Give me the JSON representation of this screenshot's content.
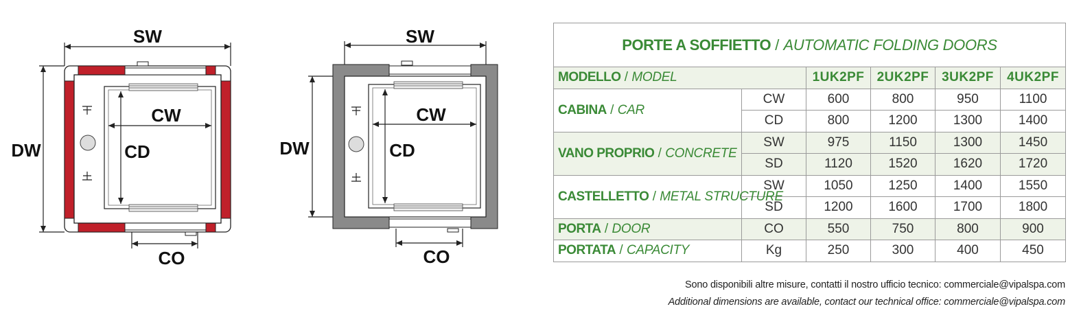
{
  "diagram_labels": {
    "sw": "SW",
    "dw": "DW",
    "cw": "CW",
    "cd": "CD",
    "co": "CO"
  },
  "colors": {
    "green": "#3a8a36",
    "red_wall": "#c0202a",
    "grey_wall": "#8a8a8a",
    "shade": "#eef3e8"
  },
  "table": {
    "title_main": "PORTE A SOFFIETTO",
    "title_en": "AUTOMATIC FOLDING DOORS",
    "header": {
      "label_main": "MODELLO",
      "label_en": "MODEL",
      "models": [
        "1UK2PF",
        "2UK2PF",
        "3UK2PF",
        "4UK2PF"
      ]
    },
    "groups": [
      {
        "label_main": "CABINA",
        "label_en": "CAR",
        "rows": [
          {
            "sub": "CW",
            "values": [
              "600",
              "800",
              "950",
              "1100"
            ]
          },
          {
            "sub": "CD",
            "values": [
              "800",
              "1200",
              "1300",
              "1400"
            ]
          }
        ]
      },
      {
        "label_main": "VANO PROPRIO",
        "label_en": "CONCRETE",
        "rows": [
          {
            "sub": "SW",
            "values": [
              "975",
              "1150",
              "1300",
              "1450"
            ]
          },
          {
            "sub": "SD",
            "values": [
              "1120",
              "1520",
              "1620",
              "1720"
            ]
          }
        ]
      },
      {
        "label_main": "CASTELLETTO",
        "label_en": "METAL STRUCTURE",
        "rows": [
          {
            "sub": "SW",
            "values": [
              "1050",
              "1250",
              "1400",
              "1550"
            ]
          },
          {
            "sub": "SD",
            "values": [
              "1200",
              "1600",
              "1700",
              "1800"
            ]
          }
        ]
      },
      {
        "label_main": "PORTA",
        "label_en": "DOOR",
        "rows": [
          {
            "sub": "CO",
            "values": [
              "550",
              "750",
              "800",
              "900"
            ]
          }
        ]
      },
      {
        "label_main": "PORTATA",
        "label_en": "CAPACITY",
        "rows": [
          {
            "sub": "Kg",
            "values": [
              "250",
              "300",
              "400",
              "450"
            ]
          }
        ]
      }
    ]
  },
  "footer": {
    "line_it": "Sono disponibili altre misure, contatti il nostro ufficio tecnico: commerciale@vipalspa.com",
    "line_en": "Additional dimensions are available, contact our technical office: commerciale@vipalspa.com"
  }
}
